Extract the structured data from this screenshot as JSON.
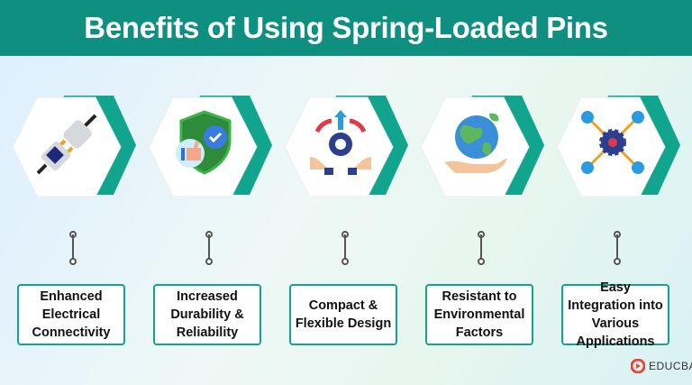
{
  "title": "Benefits of Using Spring-Loaded Pins",
  "benefits": [
    {
      "label": "Enhanced Electrical Connectivity",
      "icon": "plug-icon"
    },
    {
      "label": "Increased Durability & Reliability",
      "icon": "shield-check-icon"
    },
    {
      "label": "Compact & Flexible Design",
      "icon": "arrows-gear-icon"
    },
    {
      "label": "Resistant to Environmental Factors",
      "icon": "globe-hand-icon"
    },
    {
      "label": "Easy Integration into Various Applications",
      "icon": "gear-network-icon"
    }
  ],
  "brand": "EDUCBA",
  "colors": {
    "teal": "#0e8f7f",
    "box_border": "#12a58d"
  }
}
